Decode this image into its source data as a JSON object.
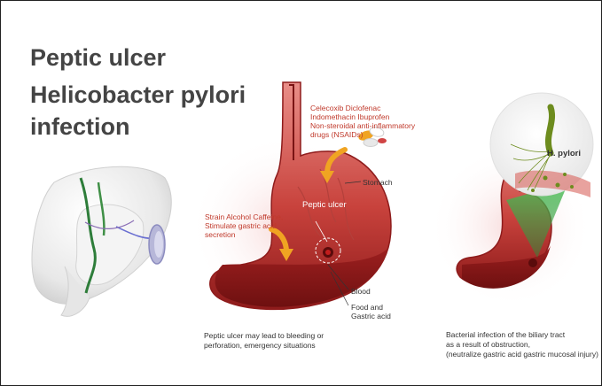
{
  "title": {
    "line1": "Peptic ulcer",
    "line2": "Helicobacter pylori",
    "line3": "infection"
  },
  "labels": {
    "drugs_line1": "Celecoxib Diclofenac",
    "drugs_line2": "Indomethacin Ibuprofen",
    "drugs_line3": "Non-steroidal anti-inflammatory",
    "drugs_line4": "drugs (NSAIDs)",
    "stomach": "Stomach",
    "peptic_ulcer": "Peptic ulcer",
    "strain_line1": "Strain Alcohol Caffeine,",
    "strain_line2": "Stimulate gastric acid",
    "strain_line3": "secretion",
    "blood": "Blood",
    "food_line1": "Food and",
    "food_line2": "Gastric acid",
    "h_pylori": "H. pylori"
  },
  "captions": {
    "middle_line1": "Peptic ulcer may lead to bleeding or",
    "middle_line2": "perforation, emergency situations",
    "right_line1": "Bacterial infection of the biliary tract",
    "right_line2": "as a result of obstruction,",
    "right_line3": "(neutralize gastric acid gastric mucosal injury)"
  },
  "colors": {
    "stomach_dark": "#8e1b1b",
    "stomach_light": "#d9645e",
    "liver": "#ededed",
    "arrow": "#f0a422",
    "green_zoom": "#3fa64a",
    "bacteria": "#6d8c1e",
    "label_red": "#c0392b"
  }
}
